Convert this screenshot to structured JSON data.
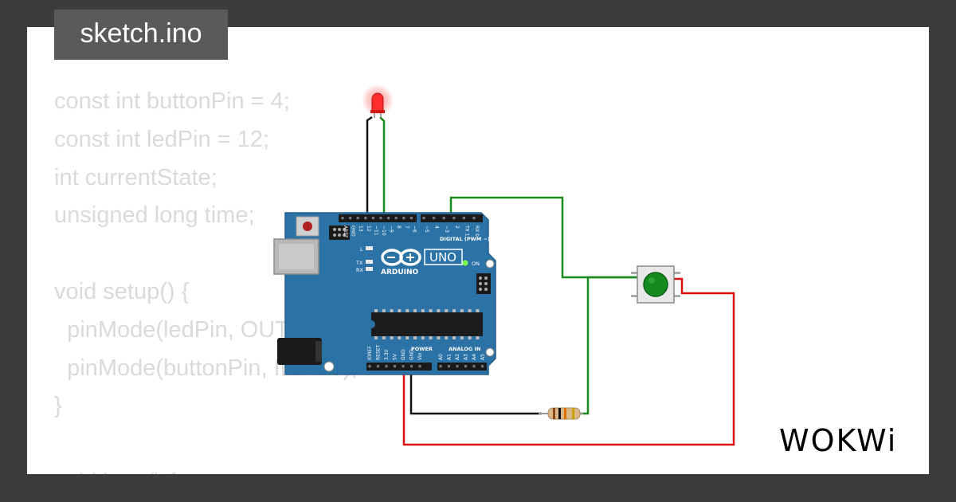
{
  "tab": {
    "filename": "sketch.ino"
  },
  "code": {
    "lines": [
      "const int buttonPin = 4;",
      "const int ledPin = 12;",
      "int currentState;",
      "unsigned long time;",
      "",
      "void setup() {",
      "  pinMode(ledPin, OUTPUT);",
      "  pinMode(buttonPin, INPUT);",
      "}",
      "",
      "void loop() {"
    ]
  },
  "board": {
    "model_label": "UNO",
    "brand_label": "ARDUINO",
    "on_label": "ON",
    "l_label": "L",
    "tx_label": "TX",
    "rx_label": "RX",
    "digital_label": "DIGITAL (PWM ~)",
    "power_label": "POWER",
    "analog_label": "ANALOG IN",
    "digital_pins": [
      "AREF",
      "GND",
      "13",
      "12",
      "~11",
      "~10",
      "~9",
      "8",
      "7",
      "~6",
      "~5",
      "4",
      "~3",
      "2",
      "TX 1",
      "RX 0"
    ],
    "power_pins": [
      "IOREF",
      "RESET",
      "3.3V",
      "5V",
      "GND",
      "GND",
      "Vin"
    ],
    "analog_pins": [
      "A0",
      "A1",
      "A2",
      "A3",
      "A4",
      "A5"
    ]
  },
  "brand": {
    "logo_text": "WOKWi"
  },
  "colors": {
    "background": "#3c3c3c",
    "card": "#ffffff",
    "code_text": "#dadada",
    "tab_bg": "#5a5a5a",
    "board": "#2b72a6",
    "wire_green": "#1a8a1a",
    "wire_red": "#e01010",
    "wire_black": "#111111",
    "led": "#ff3030",
    "button_cap": "#138a1e"
  }
}
